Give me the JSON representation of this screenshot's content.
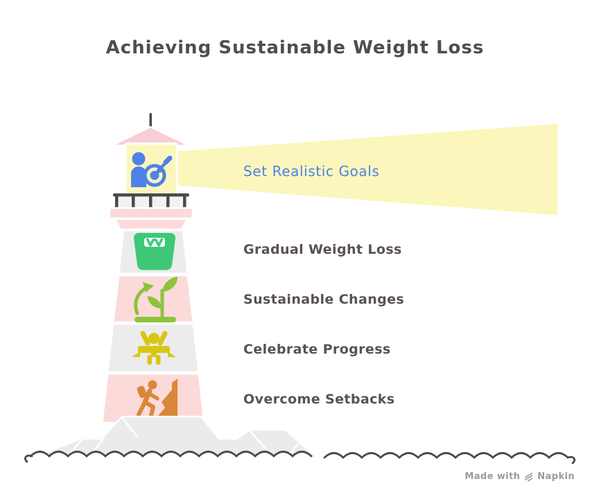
{
  "title": "Achieving Sustainable Weight Loss",
  "items": [
    {
      "label": "Set Realistic Goals",
      "icon": "goal-target-icon",
      "color": "#4d82e8"
    },
    {
      "label": "Gradual Weight Loss",
      "icon": "weight-scale-icon",
      "color": "#5a524e"
    },
    {
      "label": "Sustainable Changes",
      "icon": "growing-plant-icon",
      "color": "#5a524e"
    },
    {
      "label": "Celebrate Progress",
      "icon": "celebration-icon",
      "color": "#5a524e"
    },
    {
      "label": "Overcome Setbacks",
      "icon": "climber-icon",
      "color": "#5a524e"
    }
  ],
  "watermark": {
    "prefix": "Made with",
    "brand": "Napkin",
    "logo_icon": "napkin-logo-icon"
  },
  "colors": {
    "title_text": "#4e4e4e",
    "label_text": "#5a524e",
    "beam_fill": "#fbf6bc",
    "lantern_fill": "#fbf6bc",
    "roof_pink": "#f8cdd3",
    "body_pink": "#fcdada",
    "body_gray": "#ececec",
    "panel_gray": "#f2f2f2",
    "rock_gray": "#ebebeb",
    "icon_blue": "#4d82e8",
    "icon_green": "#3ec878",
    "icon_lime": "#8cc43c",
    "icon_yellow": "#d9c513",
    "icon_orange": "#d9883a",
    "outline_dark": "#4a4a4a",
    "watermark_text": "#9a9a9a"
  }
}
